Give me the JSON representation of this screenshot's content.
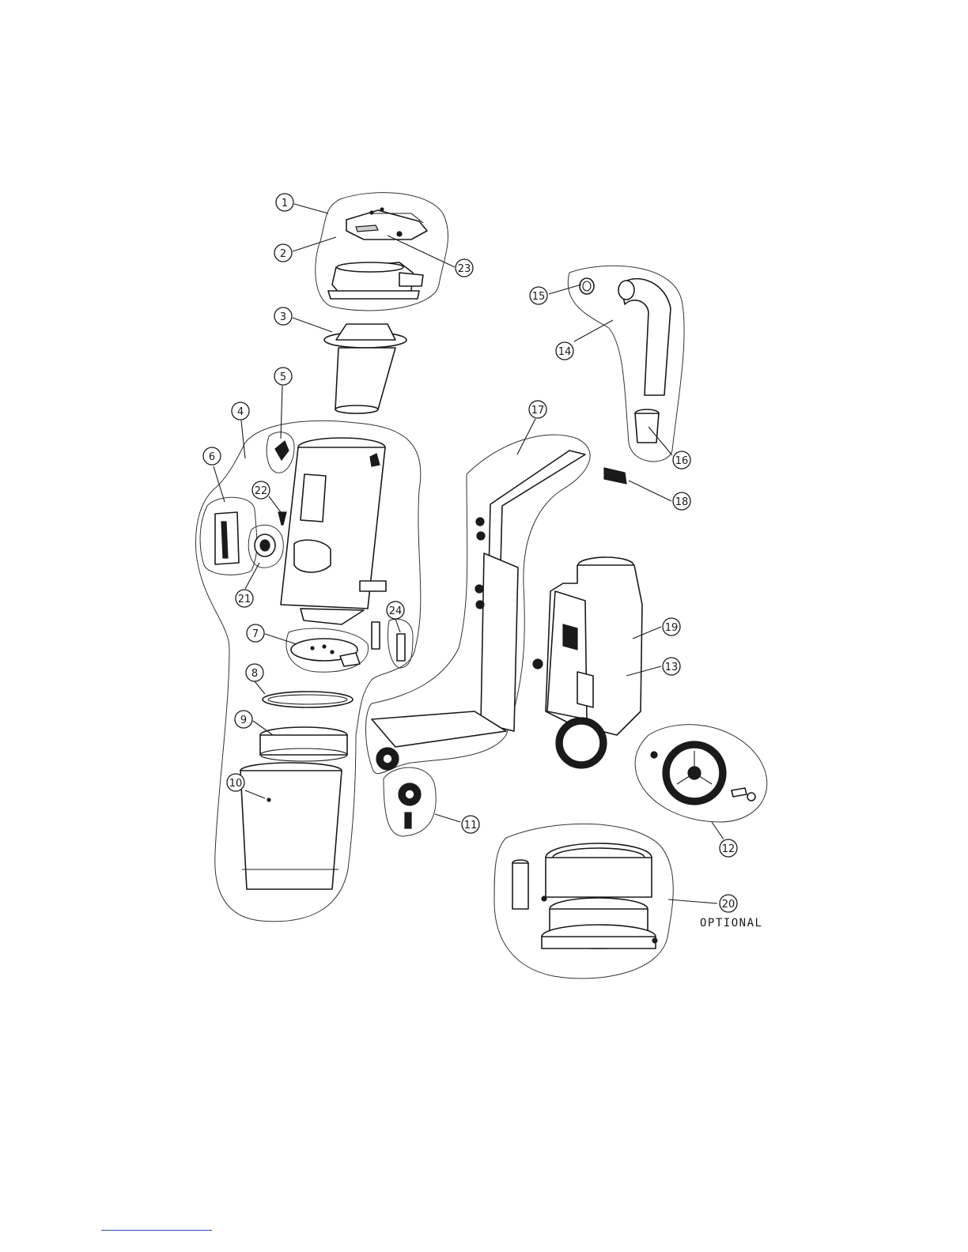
{
  "callouts": [
    {
      "id": "c1",
      "label": "1"
    },
    {
      "id": "c2",
      "label": "2"
    },
    {
      "id": "c3",
      "label": "3"
    },
    {
      "id": "c4",
      "label": "4"
    },
    {
      "id": "c5",
      "label": "5"
    },
    {
      "id": "c6",
      "label": "6"
    },
    {
      "id": "c7",
      "label": "7"
    },
    {
      "id": "c8",
      "label": "8"
    },
    {
      "id": "c9",
      "label": "9"
    },
    {
      "id": "c10",
      "label": "10"
    },
    {
      "id": "c11",
      "label": "11"
    },
    {
      "id": "c12",
      "label": "12"
    },
    {
      "id": "c13",
      "label": "13"
    },
    {
      "id": "c14",
      "label": "14"
    },
    {
      "id": "c15",
      "label": "15"
    },
    {
      "id": "c16",
      "label": "16"
    },
    {
      "id": "c17",
      "label": "17"
    },
    {
      "id": "c18",
      "label": "18"
    },
    {
      "id": "c19",
      "label": "19"
    },
    {
      "id": "c20",
      "label": "20"
    },
    {
      "id": "c21",
      "label": "21"
    },
    {
      "id": "c22",
      "label": "22"
    },
    {
      "id": "c23",
      "label": "23"
    },
    {
      "id": "c24",
      "label": "24"
    }
  ],
  "notes": {
    "optional": "OPTIONAL"
  },
  "colors": {
    "line": "#1a1a1a",
    "link_underline": "#2a4fb0"
  }
}
